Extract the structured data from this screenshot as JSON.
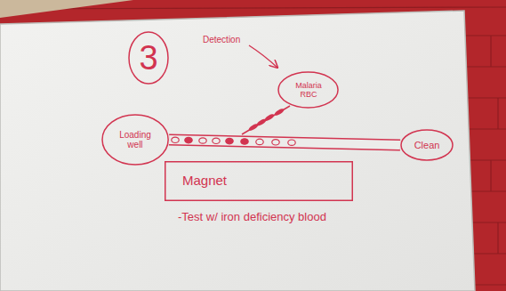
{
  "diagram": {
    "nodes": [
      {
        "text": [
          "3"
        ]
      },
      {
        "text": [
          "Malaria RBC"
        ]
      },
      {
        "text": [
          "Loading well"
        ]
      },
      {
        "text": [
          "Clean"
        ]
      },
      {
        "text": [
          "Magnet"
        ]
      }
    ],
    "edges": [
      {
        "from": 2,
        "to": 3,
        "arrow": "none"
      }
    ],
    "labels": [
      "Detection",
      "-Test w/ iron deficiency blood"
    ]
  }
}
